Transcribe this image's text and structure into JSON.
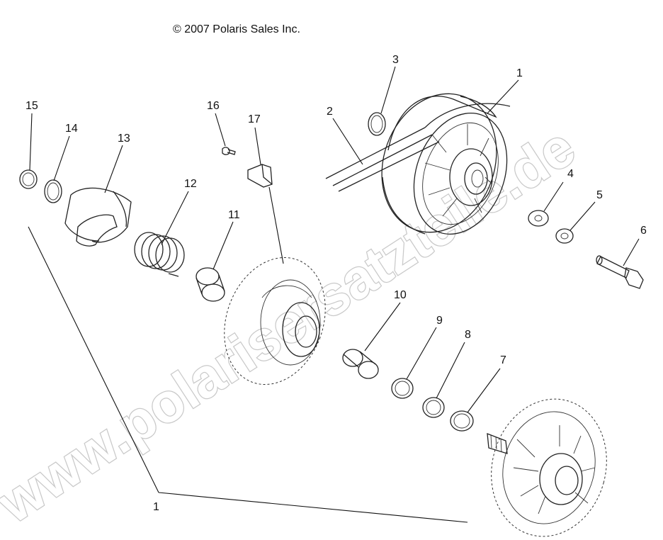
{
  "copyright": "© 2007 Polaris Sales Inc.",
  "watermark": "www.polarisersatzteile.de",
  "callouts": {
    "c1_top": "1",
    "c1_bottom": "1",
    "c2": "2",
    "c3": "3",
    "c4": "4",
    "c5": "5",
    "c6": "6",
    "c7": "7",
    "c8": "8",
    "c9": "9",
    "c10": "10",
    "c11": "11",
    "c12": "12",
    "c13": "13",
    "c14": "14",
    "c15": "15",
    "c16": "16",
    "c17": "17"
  }
}
